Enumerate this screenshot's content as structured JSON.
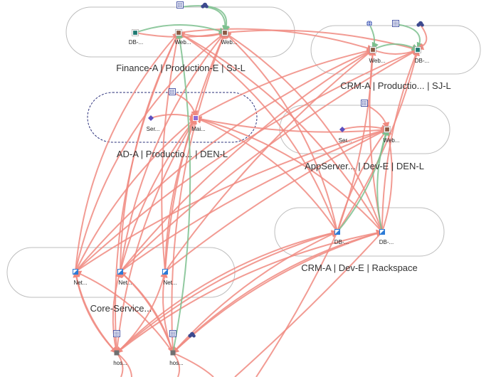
{
  "groups": {
    "finance": {
      "label": "Finance-A | Production-E | SJ-L"
    },
    "crm_prod": {
      "label": "CRM-A | Productio... | SJ-L"
    },
    "ad": {
      "label": "AD-A | Productio... | DEN-L"
    },
    "appserver": {
      "label": "AppServer... | Dev-E | DEN-L"
    },
    "crm_dev": {
      "label": "CRM-A | Dev-E | Rackspace"
    },
    "core": {
      "label": "Core-Service..."
    }
  },
  "nodes": {
    "fin_db": {
      "label": "DB-...",
      "icon": "database-node-icon",
      "color": "#1f7a72"
    },
    "fin_web1": {
      "label": "Web...",
      "icon": "web-server-node-icon",
      "color": "#8a5a44"
    },
    "fin_web2": {
      "label": "Web...",
      "icon": "web-server-node-icon",
      "color": "#8a5a44"
    },
    "crm_web": {
      "label": "Web...",
      "icon": "web-server-node-icon",
      "color": "#8a5a44"
    },
    "crm_db": {
      "label": "DB-...",
      "icon": "database-node-icon",
      "color": "#1f7a72"
    },
    "ad_ser": {
      "label": "Ser...",
      "icon": "diamond-node-icon",
      "color": "#5b4fbf"
    },
    "ad_mai": {
      "label": "Mai...",
      "icon": "mail-server-node-icon",
      "color": "#8e6bd6"
    },
    "app_ser": {
      "label": "Ser...",
      "icon": "diamond-node-icon",
      "color": "#5b4fbf"
    },
    "app_web": {
      "label": "Web...",
      "icon": "web-server-node-icon",
      "color": "#8a5a44"
    },
    "dev_db1": {
      "label": "DB-...",
      "icon": "split-square-node-icon",
      "color": "#2c7bd6"
    },
    "dev_db2": {
      "label": "DB-...",
      "icon": "split-square-node-icon",
      "color": "#2c7bd6"
    },
    "core_net1": {
      "label": "Net...",
      "icon": "split-square-node-icon",
      "color": "#2c7bd6"
    },
    "core_net2": {
      "label": "Net...",
      "icon": "split-square-node-icon",
      "color": "#2c7bd6"
    },
    "core_net3": {
      "label": "Net...",
      "icon": "split-square-node-icon",
      "color": "#2c7bd6"
    },
    "host1": {
      "label": "hos...",
      "icon": "host-node-icon",
      "color": "#707070"
    },
    "host2": {
      "label": "hos...",
      "icon": "host-node-icon",
      "color": "#707070"
    }
  },
  "colors": {
    "edge_red": "#f08a80",
    "edge_green": "#7cc08e",
    "group_border": "#bdbdbd",
    "dashed_border": "#2a2f7a",
    "cloud": "#3d4a8f",
    "globe": "#5a6fc0"
  }
}
